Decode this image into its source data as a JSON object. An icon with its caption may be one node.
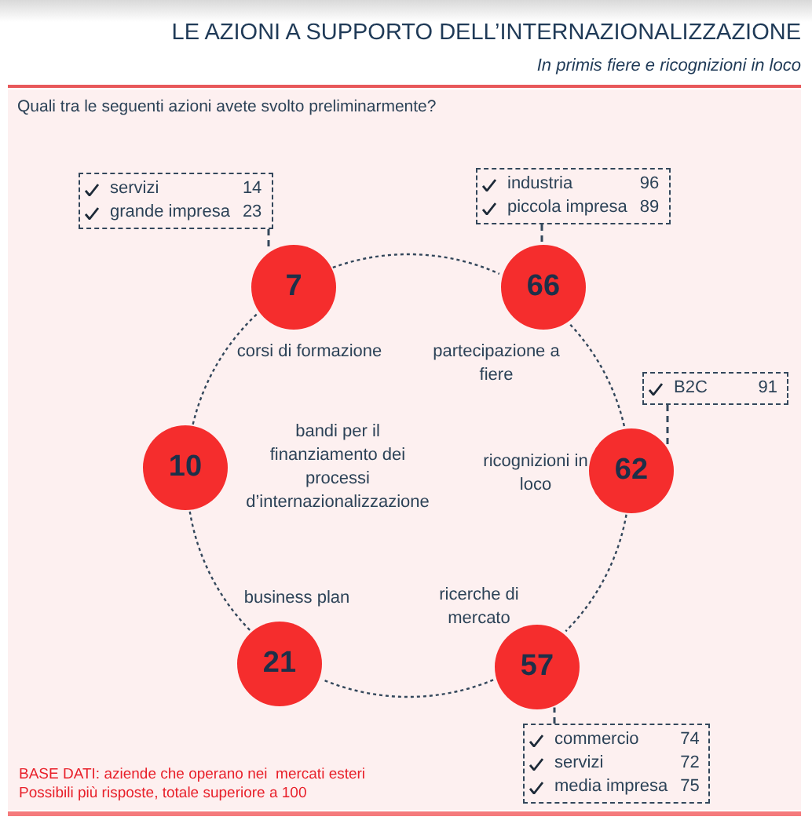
{
  "diagram": {
    "title": "LE AZIONI A SUPPORTO DELL’INTERNAZIONALIZZAZIONE",
    "caption": "In primis fiere e ricognizioni in loco",
    "nodes": [
      {
        "text": [
          "servizi",
          "14",
          "grande impresa",
          "23"
        ]
      },
      {
        "text": [
          "industria",
          "96",
          "piccola impresa",
          "89"
        ]
      },
      {
        "text": [
          "7"
        ],
        "beside": [
          "corsi di formazione"
        ]
      },
      {
        "text": [
          "66"
        ],
        "beside": [
          "partecipazione a fiere"
        ]
      },
      {
        "text": [
          "B2C",
          "91"
        ]
      },
      {
        "text": [
          "10"
        ],
        "beside": [
          "bandi per il finanziamento dei processi d’internazionalizzazione"
        ]
      },
      {
        "text": [
          "62"
        ],
        "beside": [
          "ricognizioni in loco"
        ]
      },
      {
        "text": [
          "21"
        ],
        "beside": [
          "business plan"
        ]
      },
      {
        "text": [
          "57"
        ],
        "beside": [
          "ricerche di mercato"
        ]
      },
      {
        "text": [
          "commercio",
          "74",
          "servizi",
          "72",
          "media impresa",
          "75"
        ]
      }
    ],
    "edges": [
      {
        "from": 0,
        "to": 2,
        "arrow": "none",
        "style": "dashed"
      },
      {
        "from": 1,
        "to": 3,
        "arrow": "none",
        "style": "dashed"
      },
      {
        "from": 4,
        "to": 6,
        "arrow": "none",
        "style": "dashed"
      },
      {
        "from": 9,
        "to": 8,
        "arrow": "none",
        "style": "dashed"
      },
      {
        "from": 2,
        "to": 3,
        "arrow": "none",
        "style": "dashed"
      },
      {
        "from": 3,
        "to": 6,
        "arrow": "none",
        "style": "dashed"
      },
      {
        "from": 6,
        "to": 8,
        "arrow": "none",
        "style": "dashed"
      },
      {
        "from": 8,
        "to": 7,
        "arrow": "none",
        "style": "dashed"
      },
      {
        "from": 7,
        "to": 5,
        "arrow": "none",
        "style": "dashed"
      },
      {
        "from": 5,
        "to": 2,
        "arrow": "none",
        "style": "dashed"
      }
    ],
    "labels": [
      "Quali tra le seguenti azioni avete svolto preliminarmente?",
      "BASE DATI: aziende che operano nei  mercati esteri",
      "Possibili più risposte, totale superiore a 100"
    ]
  }
}
